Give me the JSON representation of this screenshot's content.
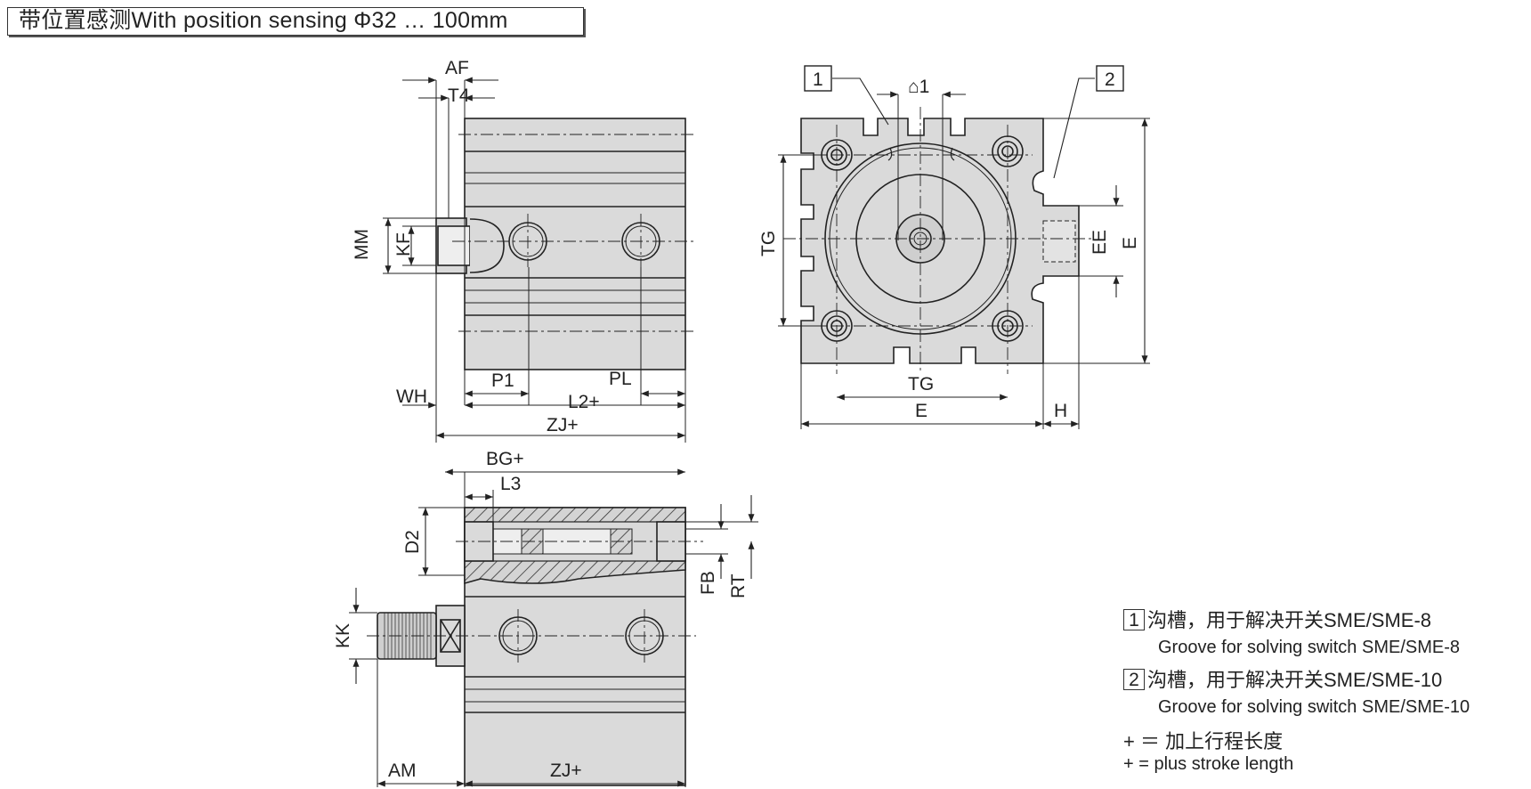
{
  "title": "带位置感测With position sensing Φ32 … 100mm",
  "dims": {
    "side_view": {
      "AF": "AF",
      "T4": "T4",
      "MM": "MM",
      "KF": "KF",
      "WH": "WH",
      "P1": "P1",
      "PL": "PL",
      "L2": "L2+",
      "ZJ": "ZJ+"
    },
    "front_view": {
      "C1": "⌂1",
      "TG_v": "TG",
      "TG_h": "TG",
      "E_h": "E",
      "E_v": "E",
      "EE": "EE",
      "H": "H",
      "ref1": "1",
      "ref2": "2"
    },
    "section_view": {
      "BG": "BG+",
      "L3": "L3",
      "D2": "D2",
      "KK": "KK",
      "FB": "FB",
      "RT": "RT",
      "AM": "AM",
      "ZJ": "ZJ+"
    }
  },
  "legend": {
    "item1_num": "1",
    "item1_cn": "沟槽，用于解决开关SME/SME-8",
    "item1_en": "Groove for solving switch SME/SME-8",
    "item2_num": "2",
    "item2_cn": "沟槽，用于解决开关SME/SME-10",
    "item2_en": "Groove for solving switch SME/SME-10",
    "plus_cn": "+ ＝ 加上行程长度",
    "plus_en": "+ = plus stroke length"
  },
  "colors": {
    "body_fill": "#dadada",
    "line": "#222222",
    "background": "#ffffff"
  }
}
